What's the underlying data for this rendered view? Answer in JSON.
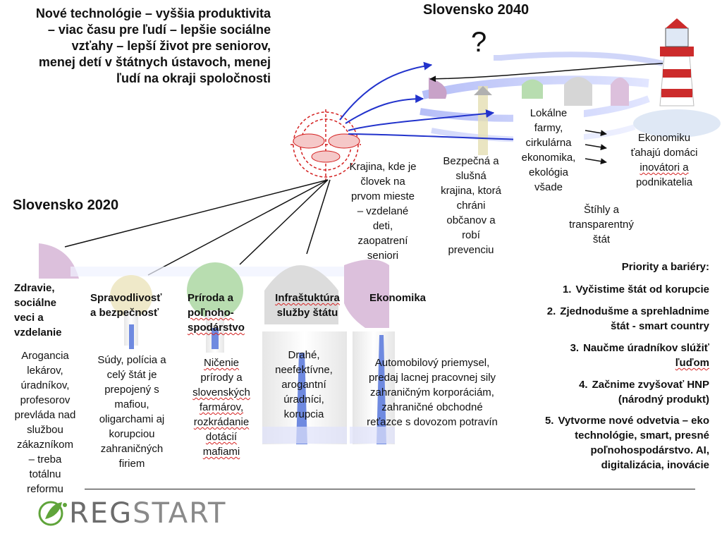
{
  "intro": {
    "lines": [
      "Nové technológie – vyššia produktivita",
      "– viac času pre ľudí – lepšie sociálne",
      "vzťahy – lepší život pre seniorov,",
      "menej detí v štátnych ústavoch, menej",
      "ľudí na okraji spoločnosti"
    ]
  },
  "future": {
    "title": "Slovensko 2040",
    "question_mark": "?",
    "goals": [
      {
        "lines": [
          "Krajina, kde je",
          "človek na",
          "prvom mieste",
          "– vzdelané",
          "deti,",
          "zaopatrení",
          "seniori"
        ]
      },
      {
        "lines": [
          "Bezpečná a",
          "slušná",
          "krajina, ktorá",
          "chráni",
          "občanov a",
          "robí",
          "prevenciu"
        ]
      },
      {
        "lines": [
          "Lokálne",
          "farmy,",
          "cirkulárna",
          "ekonomika,",
          "ekológia",
          "všade"
        ]
      },
      {
        "lines": [
          "Ekonomiku",
          "ťahajú domáci",
          "inovátori a",
          "podnikatelia"
        ]
      },
      {
        "lines": [
          "Štíhly a",
          "transparentný",
          "štát"
        ]
      }
    ]
  },
  "present": {
    "title": "Slovensko 2020",
    "categories": [
      {
        "title_lines": [
          "Zdravie,",
          "sociálne",
          "veci a",
          "vzdelanie"
        ],
        "desc_lines": [
          "Arogancia",
          "lekárov,",
          "úradníkov,",
          "profesorov",
          "prevláda nad",
          "službou",
          "zákazníkom",
          "– treba",
          "totálnu",
          "reformu"
        ]
      },
      {
        "title_lines": [
          "Spravodlivosť",
          "a bezpečnosť"
        ],
        "desc_lines": [
          "Súdy, polícia a",
          "celý štát je",
          "prepojený s",
          "mafiou,",
          "oligarchami aj",
          "korupciou",
          "zahraničných",
          "firiem"
        ]
      },
      {
        "title_lines": [
          "Príroda a",
          "poľnoho-",
          "spodárstvo"
        ],
        "desc_lines": [
          "Ničenie",
          "prírody a",
          "slovenských",
          "farmárov,",
          "rozkrádanie",
          "dotácií",
          "mafiami"
        ]
      },
      {
        "title_lines": [
          "Infraštuktúra",
          "služby štátu"
        ],
        "desc_lines": [
          "Drahé,",
          "neefektívne,",
          "arogantní",
          "úradníci,",
          "korupcia"
        ]
      },
      {
        "title_lines": [
          "Ekonomika"
        ],
        "desc_lines": [
          "Automobilový priemysel,",
          "predaj lacnej pracovnej sily",
          "zahraničným korporáciám,",
          "zahraničné obchodné",
          "reťazce s dovozom potravín"
        ]
      }
    ]
  },
  "priorities": {
    "title": "Priority a bariéry:",
    "items": [
      {
        "num": "1.",
        "lines": [
          "Vyčistime štát od korupcie"
        ]
      },
      {
        "num": "2.",
        "lines": [
          "Zjednodušme a sprehladnime",
          "štát  - smart country"
        ]
      },
      {
        "num": "3.",
        "lines": [
          "Naučme úradníkov slúžiť",
          "ľuďom"
        ]
      },
      {
        "num": "4.",
        "lines": [
          "Začnime zvyšovať HNP",
          "(národný produkt)"
        ]
      },
      {
        "num": "5.",
        "lines": [
          "Vytvorme nové odvetvia – eko",
          "technológie, smart, presné",
          "poľnohospodárstvo. AI,",
          "digitalizácia, inovácie"
        ]
      }
    ]
  },
  "logo": {
    "part1": "REG",
    "part2": "START"
  },
  "colors": {
    "purple": "#c8a2c8",
    "beige": "#e5deb3",
    "green": "#b8ddb0",
    "grey": "#d6d6d6",
    "blue_arrow": "#2233cc",
    "spiral": "#8c9cf0",
    "target_red": "#d42020",
    "lighthouse_red": "#cc2b2b"
  }
}
